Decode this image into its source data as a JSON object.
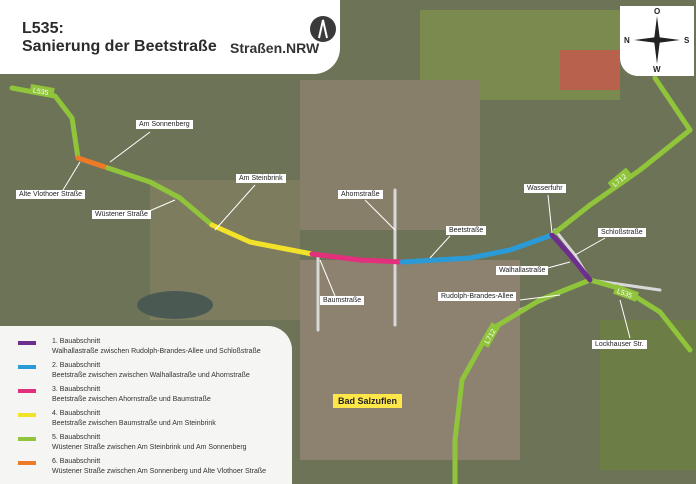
{
  "title": {
    "line1": "L535:",
    "line2": "Sanierung der Beetstraße"
  },
  "brand": "Straßen.NRW",
  "compass": {
    "north": "N",
    "east": "O",
    "south": "S",
    "west": "W"
  },
  "colors": {
    "abschnitt1": "#6d2e8e",
    "abschnitt2": "#2a9bd7",
    "abschnitt3": "#e3307c",
    "abschnitt4": "#f3e22a",
    "abschnitt5": "#8fc43b",
    "abschnitt6": "#ec7a26",
    "route": "#8fc43b",
    "city_tag": "#ffe74a"
  },
  "route_labels": {
    "l535_west": "L535",
    "l535_east": "L535",
    "l712_north": "L712",
    "l712_south": "L712"
  },
  "street_labels": [
    "Am Sonnenberg",
    "Am Steinbrink",
    "Ahornstraße",
    "Wasserfuhr",
    "Alte Vlothoer Straße",
    "Wüstener Straße",
    "Schloßstraße",
    "Beetstraße",
    "Walhallastraße",
    "Baumstraße",
    "Rudolph-Brandes-Allee",
    "Lockhauser Str."
  ],
  "city": "Bad Salzuflen",
  "legend": [
    {
      "title": "1. Bauabschnitt",
      "desc": "Walhallastraße zwischen Rudolph-Brandes-Allee und Schloßstraße"
    },
    {
      "title": "2. Bauabschnitt",
      "desc": "Beetstraße zwischen zwischen Walhallastraße und Ahornstraße"
    },
    {
      "title": "3. Bauabschnitt",
      "desc": "Beetstraße zwischen Ahornstraße und Baumstraße"
    },
    {
      "title": "4. Bauabschnitt",
      "desc": "Beetstraße zwischen Baumstraße und Am Steinbrink"
    },
    {
      "title": "5. Bauabschnitt",
      "desc": "Wüstener Straße zwischen Am Steinbrink und Am Sonnenberg"
    },
    {
      "title": "6. Bauabschnitt",
      "desc": "Wüstener Straße zwischen Am Sonnenberg und Alte Vlothoer Straße"
    }
  ]
}
